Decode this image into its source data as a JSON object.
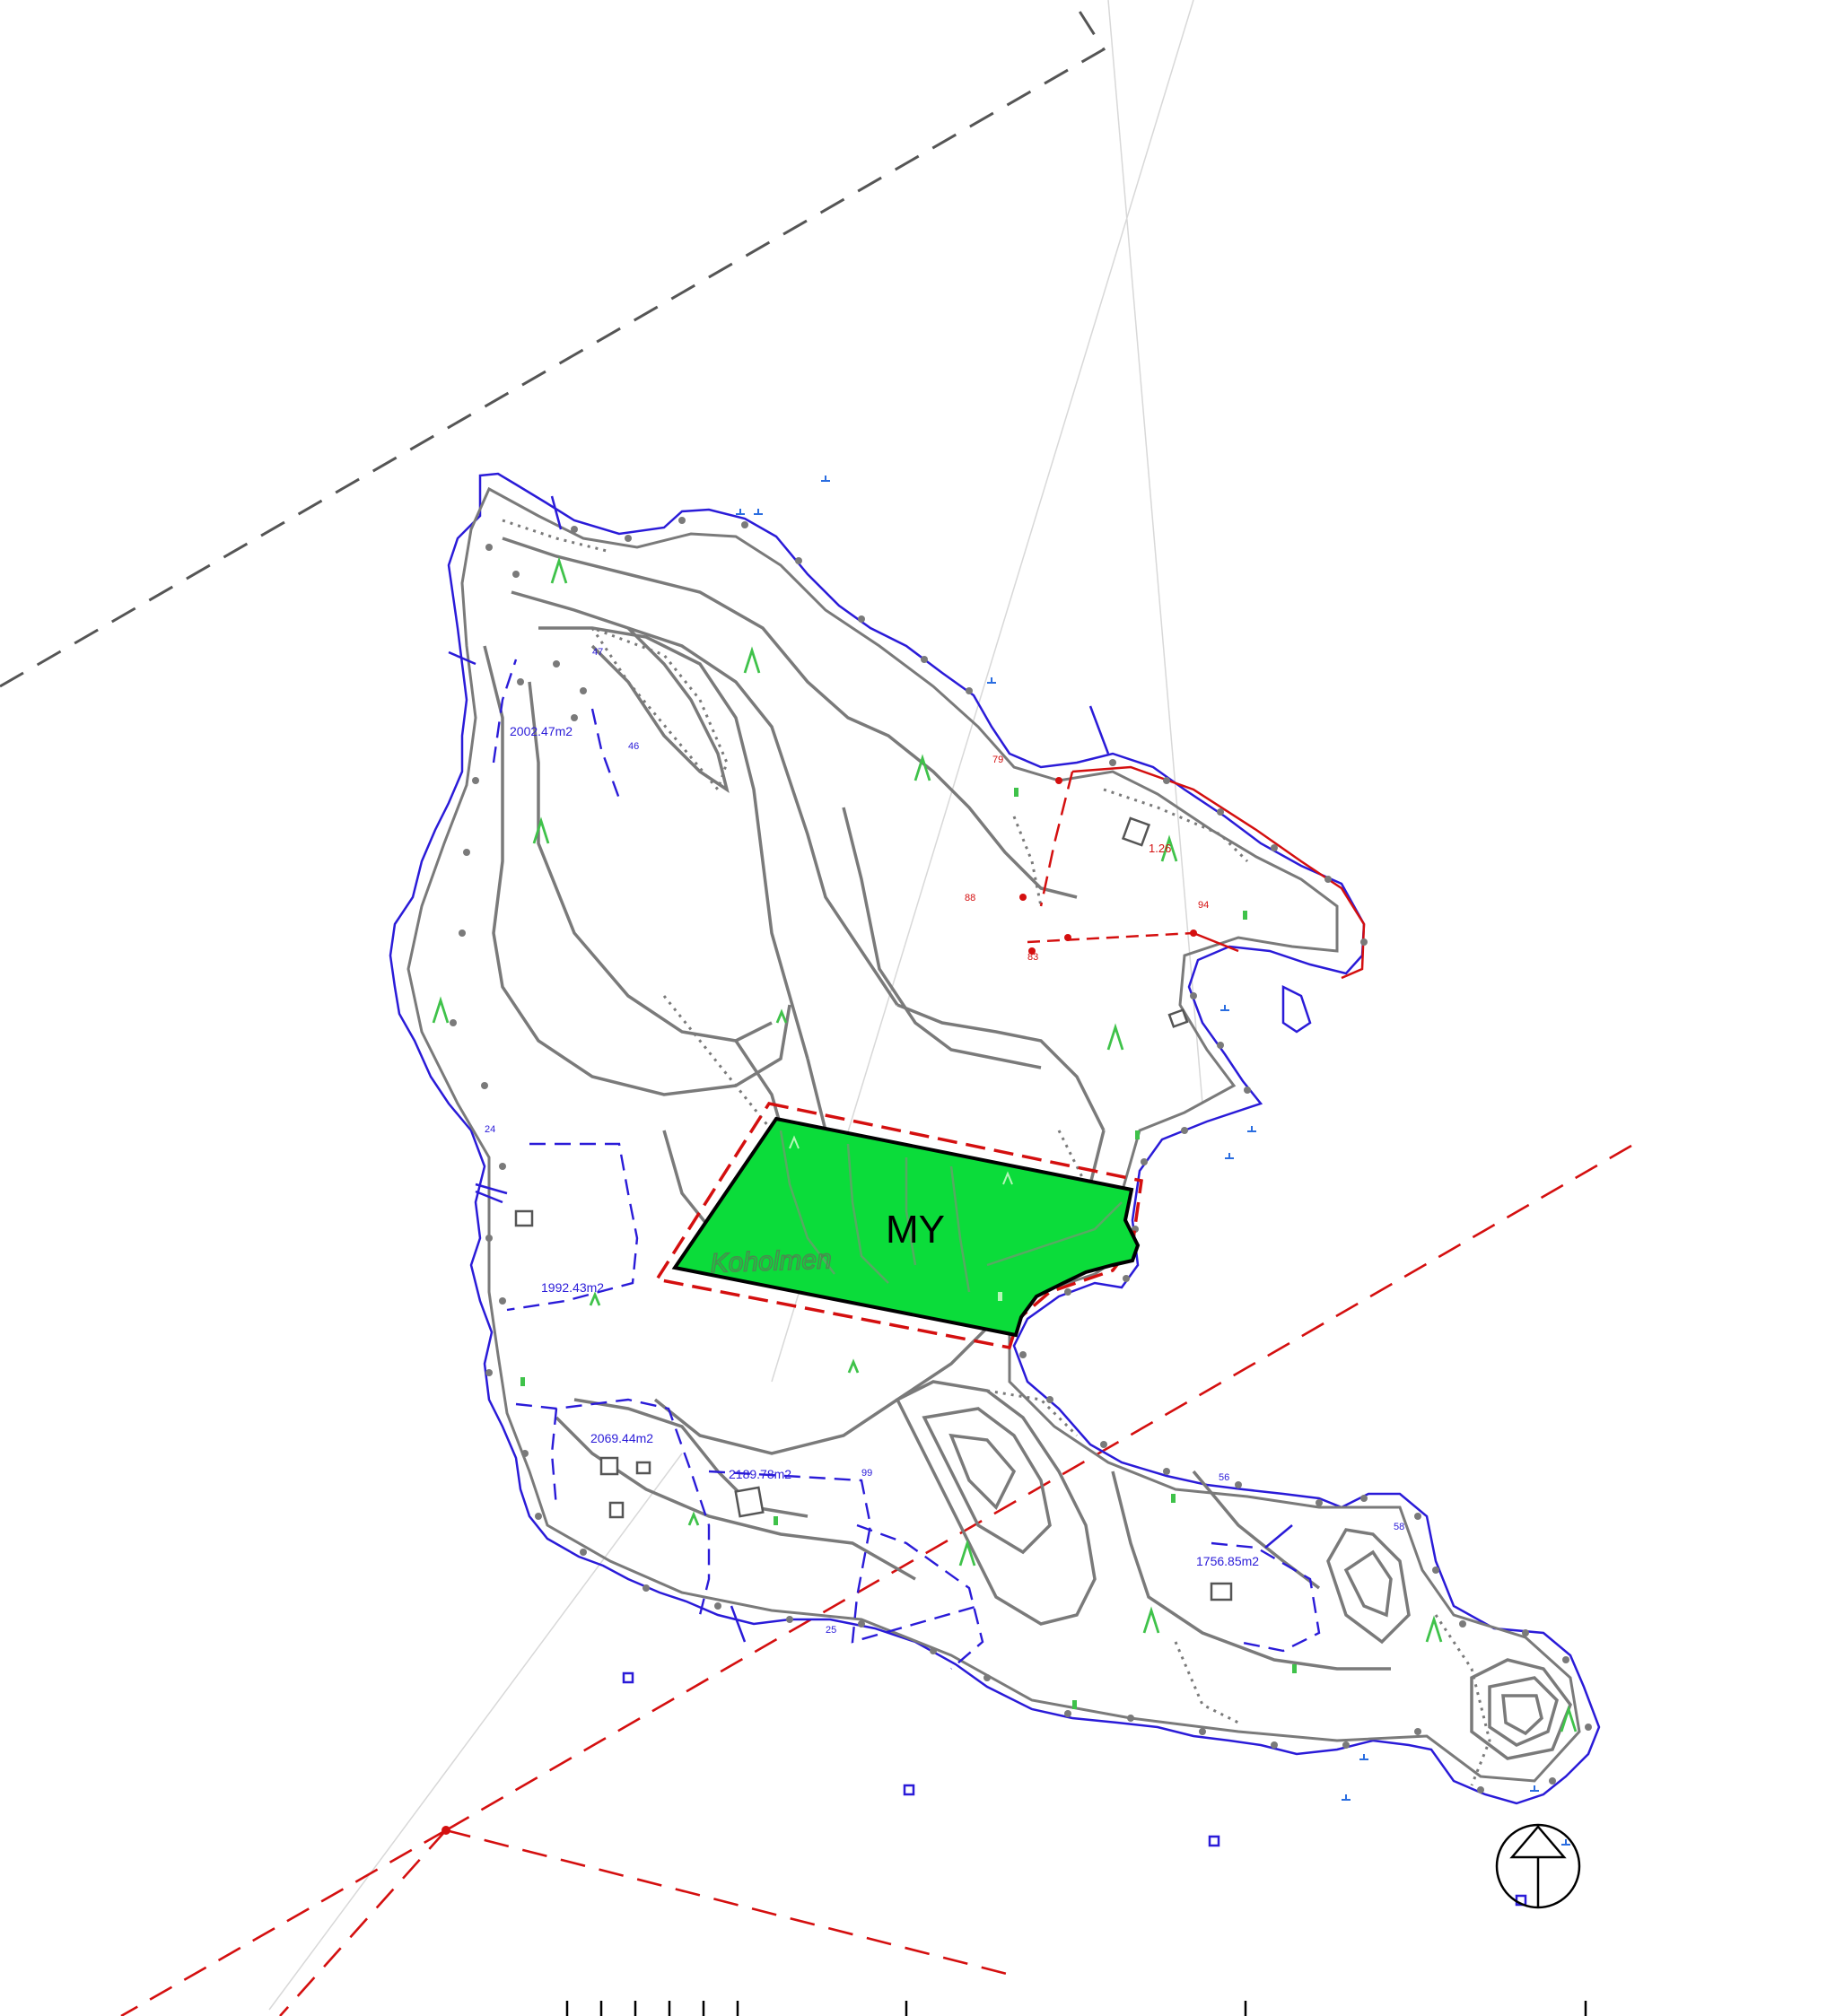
{
  "zone": {
    "code": "MY",
    "fill": "#0bdc3a",
    "outline": "#000000"
  },
  "place_name": "Koholmen",
  "plots": [
    {
      "area": "2002.47m2"
    },
    {
      "area": "1992.43m2"
    },
    {
      "area": "2069.44m2"
    },
    {
      "area": "2189.78m2"
    },
    {
      "area": "1756.85m2"
    }
  ],
  "spot_labels": {
    "a": "47",
    "b": "46",
    "c": "79",
    "d": "1.26",
    "e": "88",
    "f": "83",
    "g": "94",
    "h": "24",
    "i": "99",
    "j": "56",
    "k": "58",
    "l": "25"
  },
  "colors": {
    "contour": "#7a7a7a",
    "shore": "#2a1bd8",
    "boundary_red": "#d40f0f",
    "dashed_grey": "#555555",
    "survey_blue": "#2a1bd8"
  },
  "icons": {
    "north": "north-arrow-icon",
    "tree": "tree-icon"
  }
}
